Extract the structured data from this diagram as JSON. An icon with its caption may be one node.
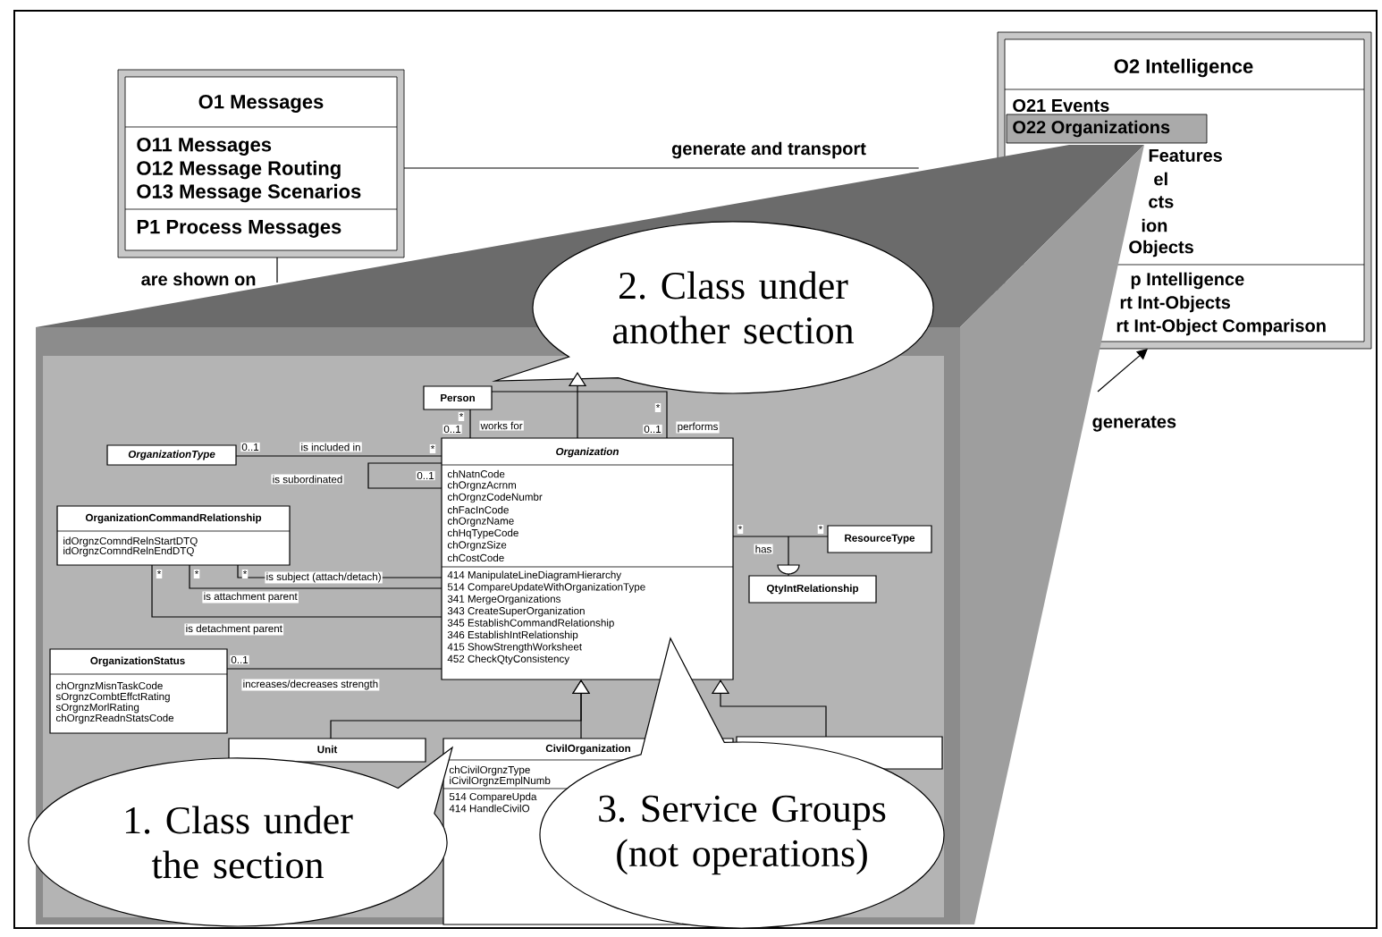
{
  "diagram": {
    "nodes": [
      {
        "text": [
          "O1 Messages",
          "O11 Messages",
          "O12 Message Routing",
          "O13 Message Scenarios",
          "P1 Process Messages"
        ]
      },
      {
        "text": [
          "O2 Intelligence",
          "O21 Events",
          "O22 Organizations",
          "Features",
          "el",
          "cts",
          "ion",
          "Objects",
          "p Intelligence",
          "rt Int-Objects",
          "rt Int-Object Comparison"
        ]
      },
      {
        "text": [],
        "shape": "box"
      },
      {
        "text": [
          "Person"
        ],
        "in": 2
      },
      {
        "text": [
          "OrganizationType"
        ],
        "in": 2
      },
      {
        "text": [
          "Organization",
          "chNatnCode",
          "chOrgnzAcrnm",
          "chOrgnzCodeNumbr",
          "chFacInCode",
          "chOrgnzName",
          "chHqTypeCode",
          "chOrgnzSize",
          "chCostCode",
          "414 ManipulateLineDiagramHierarchy",
          "514 CompareUpdateWithOrganizationType",
          "341 MergeOrganizations",
          "343 CreateSuperOrganization",
          "345 EstablishCommandRelationship",
          "346 EstablishIntRelationship",
          "415 ShowStrengthWorksheet",
          "452 CheckQtyConsistency"
        ],
        "in": 2
      },
      {
        "text": [
          "OrganizationCommandRelationship",
          "idOrgnzComndRelnStartDTQ",
          "idOrgnzComndRelnEndDTQ"
        ],
        "in": 2
      },
      {
        "text": [
          "ResourceType"
        ],
        "in": 2
      },
      {
        "text": [
          "QtyIntRelationship"
        ],
        "in": 2
      },
      {
        "text": [
          "OrganizationStatus",
          "chOrgnzMisnTaskCode",
          "sOrgnzCombtEffctRating",
          "sOrgnzMorlRating",
          "chOrgnzReadnStatsCode"
        ],
        "in": 2
      },
      {
        "text": [
          "Unit"
        ],
        "in": 2
      },
      {
        "text": [
          "CivilOrganization",
          "chCivilOrgnzType",
          "iCivilOrgnzEmplNumb",
          "514 CompareUpda",
          "414 HandleCivilO"
        ],
        "in": 2
      },
      {
        "text": [],
        "shape": "box",
        "in": 2
      },
      {
        "text": [
          "2. Class under another section"
        ]
      },
      {
        "text": [
          "1. Class under the section"
        ],
        "in": 2
      },
      {
        "text": [
          "3. Service Groups (not operations)"
        ],
        "in": 2
      }
    ],
    "edges": [
      {
        "from": 0,
        "to": 1,
        "arrow": "none",
        "label": "generate and transport"
      },
      {
        "from": 0,
        "to": 2,
        "arrow": "none",
        "label": "are shown on"
      },
      {
        "from": 2,
        "to": 1,
        "arrow": "to",
        "label": "generates"
      },
      {
        "from": 3,
        "to": 5,
        "arrow": "none",
        "label": "works for"
      },
      {
        "from": 3,
        "to": 5,
        "arrow": "none",
        "label": "performs"
      },
      {
        "from": 5,
        "to": 13,
        "arrow": "to"
      },
      {
        "from": 4,
        "to": 5,
        "arrow": "none",
        "label": "is included in"
      },
      {
        "from": 5,
        "to": 5,
        "arrow": "none",
        "label": "is subordinated"
      },
      {
        "from": 6,
        "to": 5,
        "arrow": "none",
        "label": "is subject (attach/detach)"
      },
      {
        "from": 6,
        "to": 5,
        "arrow": "none",
        "label": "is attachment parent"
      },
      {
        "from": 6,
        "to": 5,
        "arrow": "none",
        "label": "is detachment parent"
      },
      {
        "from": 9,
        "to": 5,
        "arrow": "none",
        "label": "increases/decreases strength"
      },
      {
        "from": 5,
        "to": 7,
        "arrow": "none",
        "label": "has"
      },
      {
        "from": 8,
        "to": null,
        "arrow": "other"
      },
      {
        "from": 10,
        "to": 5,
        "arrow": "to"
      },
      {
        "from": 11,
        "to": 5,
        "arrow": "to"
      },
      {
        "from": 12,
        "to": 5,
        "arrow": "to"
      }
    ],
    "labels": [
      "*",
      "*",
      "0..1",
      "0..1",
      "0..1",
      "*",
      "0..1",
      "*",
      "*",
      "*",
      "*",
      "*",
      "0..1"
    ]
  }
}
